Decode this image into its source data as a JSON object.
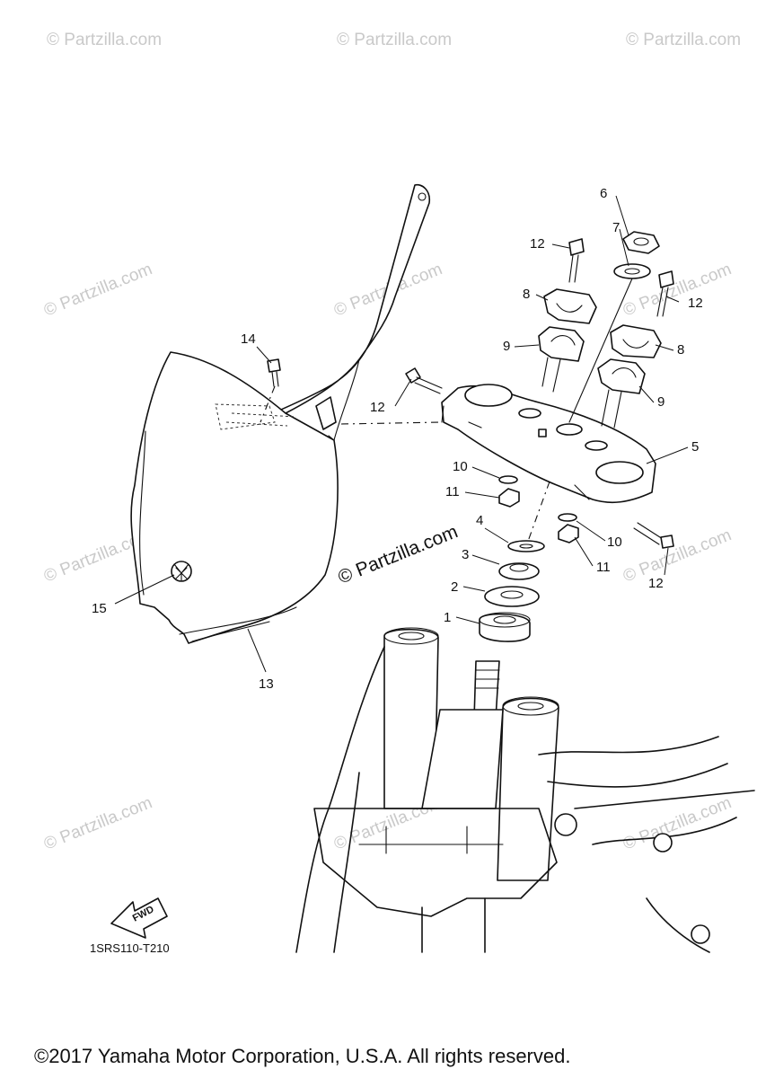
{
  "diagram": {
    "diagram_code": "1SRS110-T210",
    "copyright": "©2017 Yamaha Motor Corporation, U.S.A. All rights reserved.",
    "center_watermark": "© Partzilla.com",
    "watermark": "© Partzilla.com",
    "fwd_label": "FWD",
    "callouts": {
      "c1": "1",
      "c2": "2",
      "c3": "3",
      "c4": "4",
      "c5": "5",
      "c6": "6",
      "c7": "7",
      "c8a": "8",
      "c8b": "8",
      "c9a": "9",
      "c9b": "9",
      "c10a": "10",
      "c10b": "10",
      "c11a": "11",
      "c11b": "11",
      "c12a": "12",
      "c12b": "12",
      "c12c": "12",
      "c12d": "12",
      "c13": "13",
      "c14": "14",
      "c15": "15"
    }
  }
}
